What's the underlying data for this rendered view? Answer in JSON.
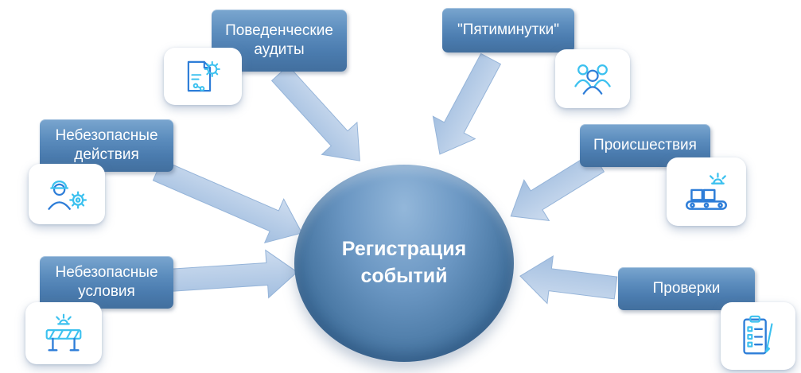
{
  "diagram_title": "Регистрация событий",
  "center": {
    "label": "Регистрация событий"
  },
  "nodes": [
    {
      "label": "Поведенческие аудиты",
      "icon": "document-gear-icon",
      "position": "top-left"
    },
    {
      "label": "\"Пятиминутки\"",
      "icon": "people-icon",
      "position": "top-right"
    },
    {
      "label": "Небезопасные действия",
      "icon": "worker-gear-icon",
      "position": "middle-left"
    },
    {
      "label": "Происшествия",
      "icon": "conveyor-alert-icon",
      "position": "middle-right"
    },
    {
      "label": "Небезопасные условия",
      "icon": "barrier-icon",
      "position": "bottom-left"
    },
    {
      "label": "Проверки",
      "icon": "clipboard-pen-icon",
      "position": "bottom-right"
    }
  ],
  "colors": {
    "box_blue_top": "#7aa6cf",
    "box_blue_bottom": "#426f9e",
    "ellipse_blue": "#44739f",
    "arrow_light_blue": "#b7cde8",
    "icon_cyan": "#3cc1ef",
    "icon_blue": "#2d7dd8",
    "text_white": "#ffffff"
  }
}
